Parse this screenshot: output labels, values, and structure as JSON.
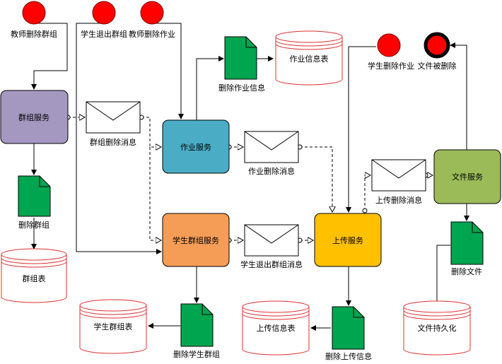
{
  "events": {
    "teacher_delete_group": "教师删除群组",
    "student_quit_group": "学生退出群组",
    "teacher_delete_homework": "教师删除作业",
    "student_delete_homework": "学生删除作业",
    "file_deleted": "文件被删除"
  },
  "services": {
    "group": "群组服务",
    "homework": "作业服务",
    "student_group": "学生群组服务",
    "upload": "上传服务",
    "file": "文件服务"
  },
  "messages": {
    "group_delete": "群组删除消息",
    "homework_delete": "作业删除消息",
    "student_quit": "学生退出群组消息",
    "upload_delete": "上传删除消息"
  },
  "documents": {
    "delete_group": "删除群组",
    "delete_homework_info": "删除作业信息",
    "delete_student_group": "删除学生群组",
    "delete_upload_info": "删除上传信息",
    "delete_file": "删除文件"
  },
  "tables": {
    "group_table": "群组表",
    "homework_info_table": "作业信息表",
    "student_group_table": "学生群组表",
    "upload_info_table": "上传信息表",
    "file_persist": "文件持久化"
  },
  "colors": {
    "event_fill": "#ff0000",
    "group_service": "#a497c0",
    "homework_service": "#4bacc6",
    "student_group_service": "#f59d56",
    "upload_service": "#ffc000",
    "file_service": "#9bbb59",
    "document": "#00a550",
    "table_stroke": "#e03030"
  }
}
